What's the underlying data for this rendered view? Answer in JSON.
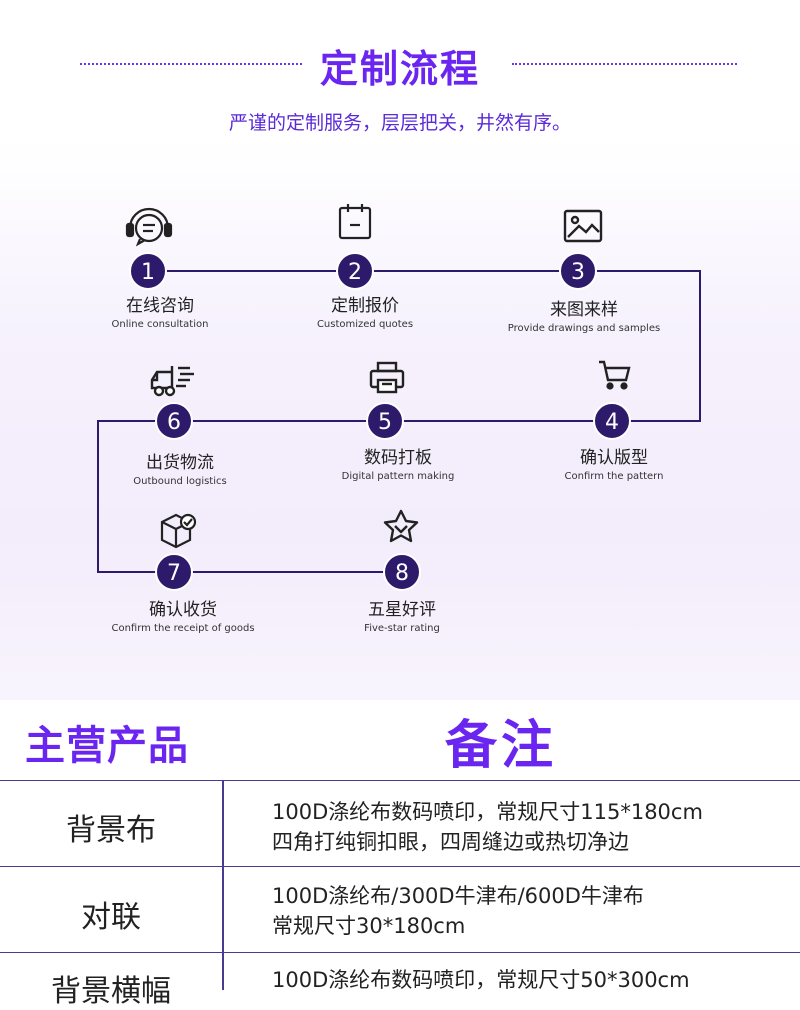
{
  "header": {
    "title": "定制流程",
    "subtitle": "严谨的定制服务，层层把关，井然有序。"
  },
  "steps": [
    {
      "num": "1",
      "cn": "在线咨询",
      "en": "Online consultation",
      "icon": "headset-chat-icon"
    },
    {
      "num": "2",
      "cn": "定制报价",
      "en": "Customized quotes",
      "icon": "calendar-icon"
    },
    {
      "num": "3",
      "cn": "来图来样",
      "en": "Provide drawings and samples",
      "icon": "image-icon"
    },
    {
      "num": "4",
      "cn": "确认版型",
      "en": "Confirm the pattern",
      "icon": "cart-icon"
    },
    {
      "num": "5",
      "cn": "数码打板",
      "en": "Digital pattern making",
      "icon": "printer-icon"
    },
    {
      "num": "6",
      "cn": "出货物流",
      "en": "Outbound logistics",
      "icon": "truck-icon"
    },
    {
      "num": "7",
      "cn": "确认收货",
      "en": "Confirm the receipt of goods",
      "icon": "box-check-icon"
    },
    {
      "num": "8",
      "cn": "五星好评",
      "en": "Five-star rating",
      "icon": "star-icon"
    }
  ],
  "section": {
    "left_title": "主营产品",
    "right_title": "备注"
  },
  "products": [
    {
      "name": "背景布",
      "lines": [
        "100D涤纶布数码喷印，常规尺寸115*180cm",
        "四角打纯铜扣眼，四周缝边或热切净边"
      ]
    },
    {
      "name": "对联",
      "lines": [
        "100D涤纶布/300D牛津布/600D牛津布",
        "常规尺寸30*180cm"
      ]
    },
    {
      "name": "背景横幅",
      "lines": [
        "100D涤纶布数码喷印，常规尺寸50*300cm"
      ]
    }
  ],
  "colors": {
    "accent": "#6a25f0",
    "node": "#2d1a6b",
    "line": "#2d1a6b"
  }
}
